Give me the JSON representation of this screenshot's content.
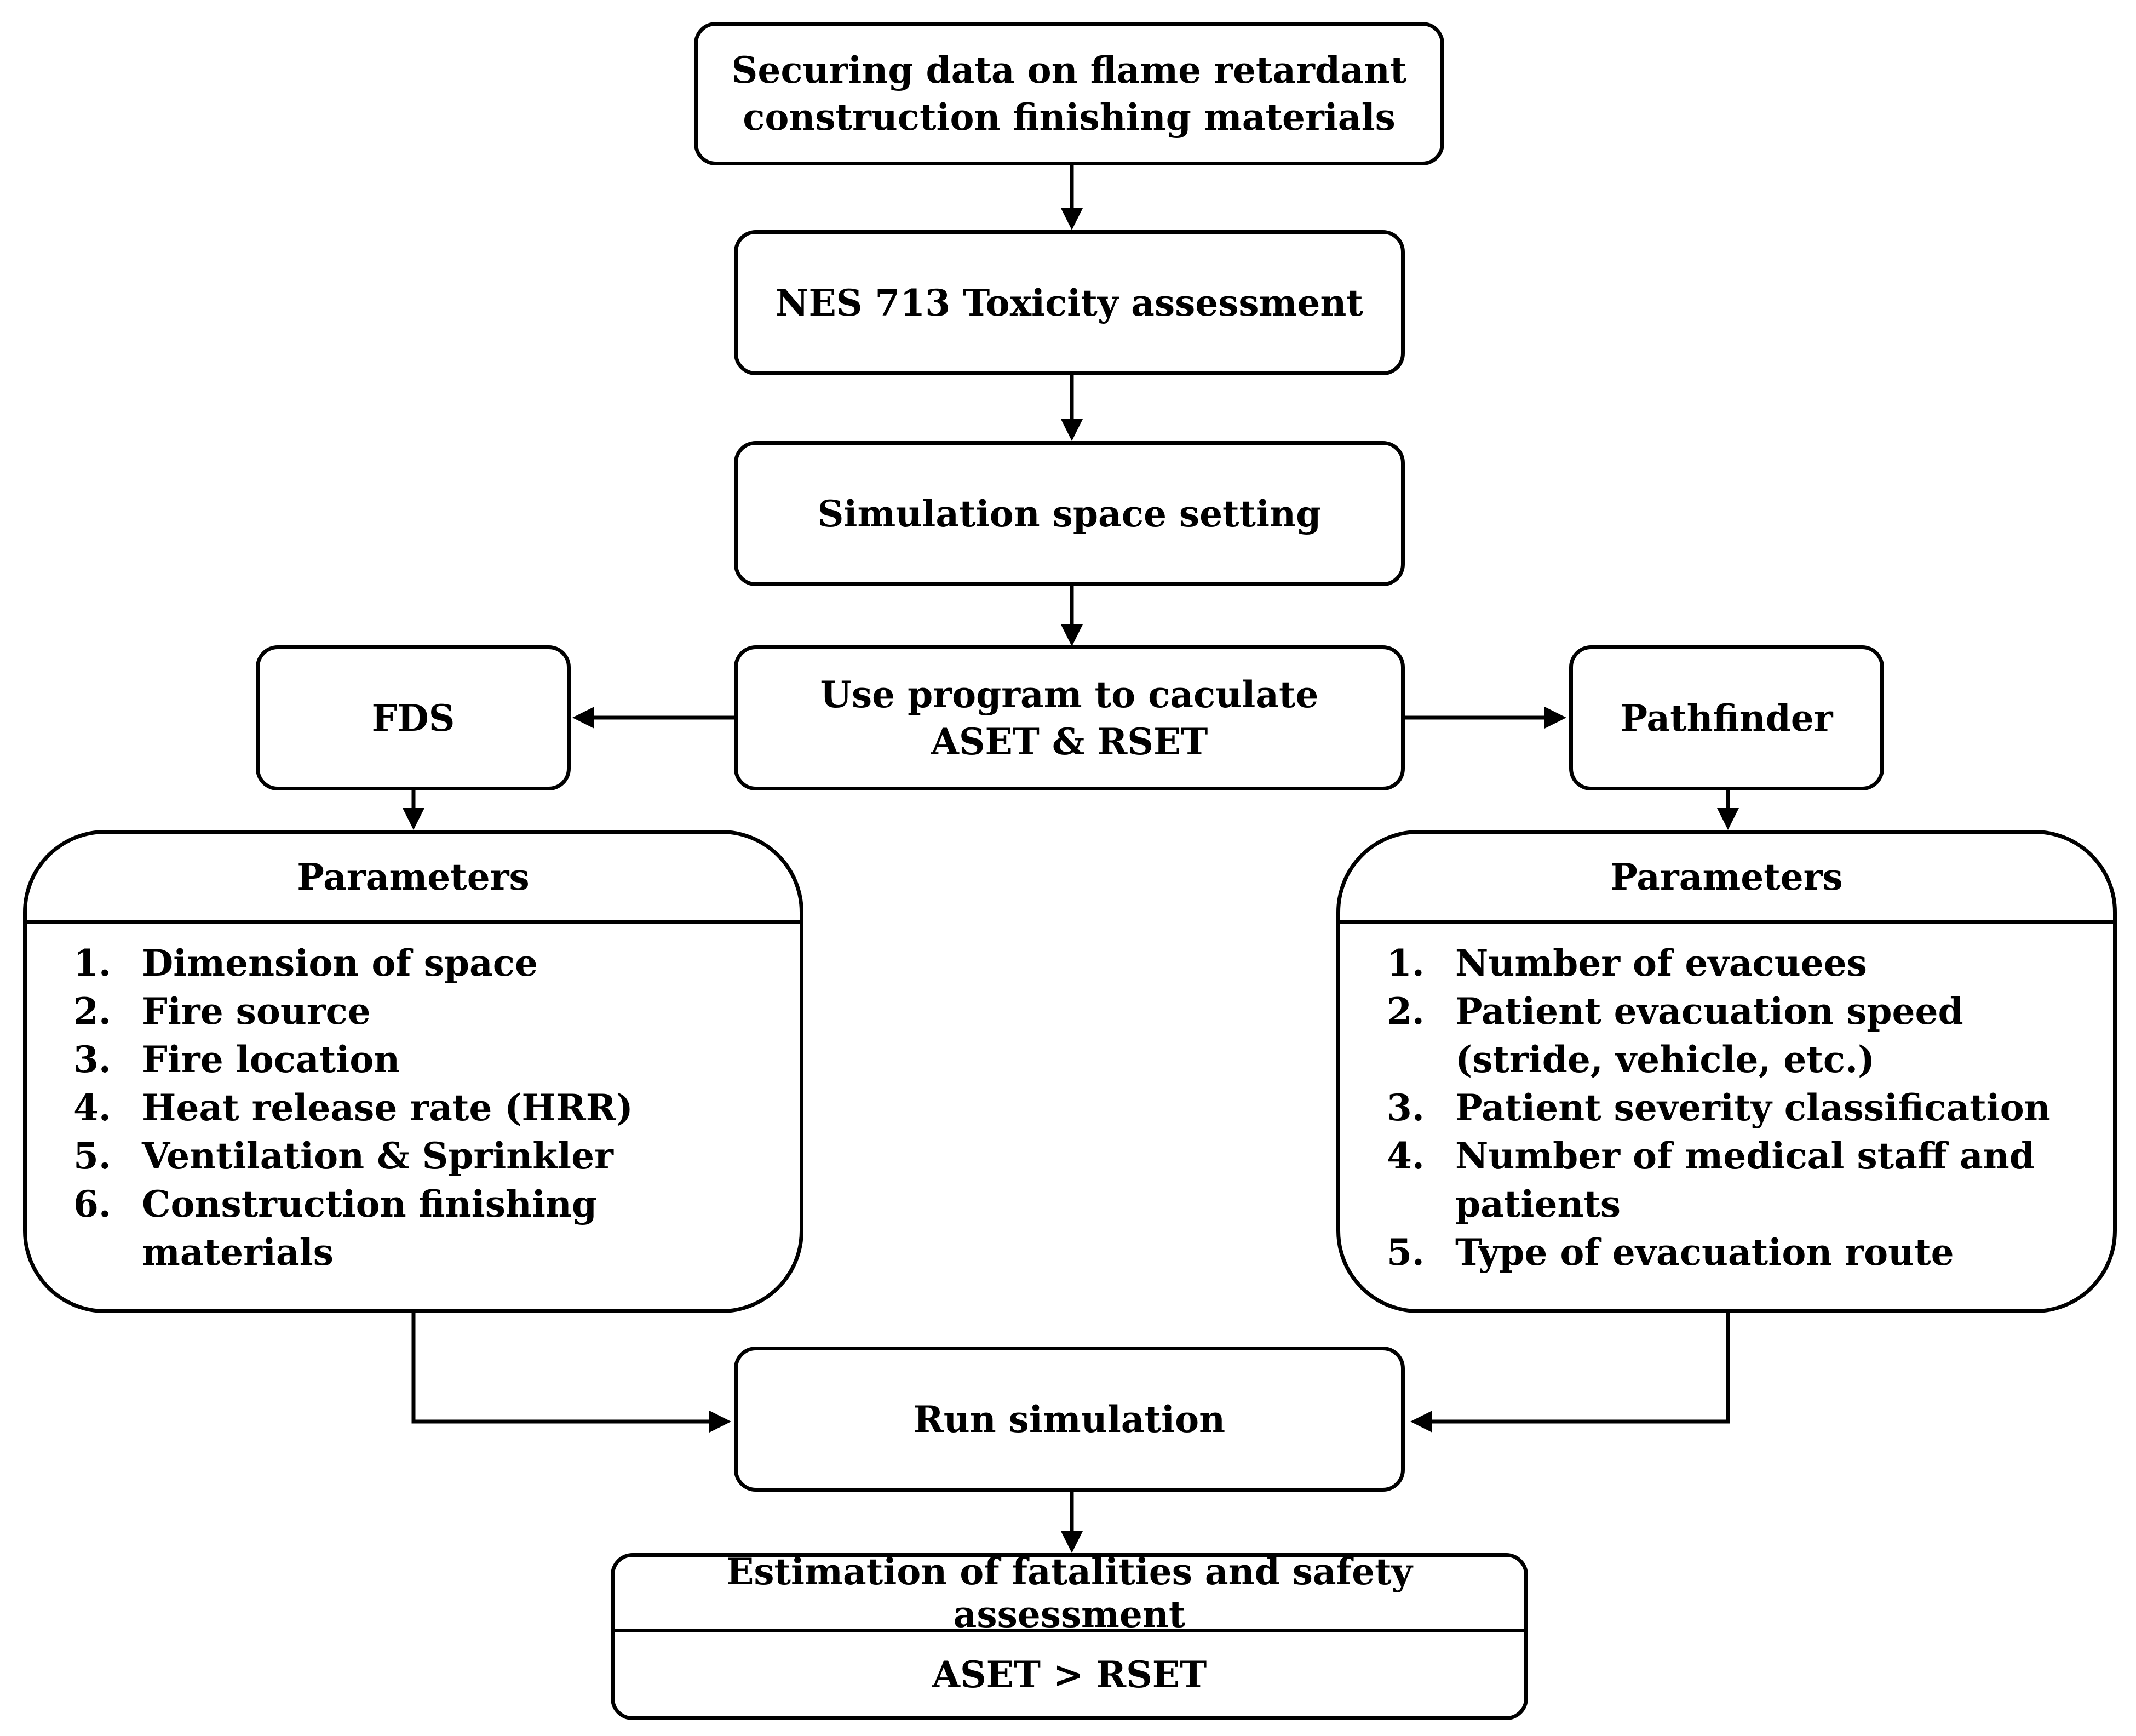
{
  "steps": {
    "securing": "Securing data on flame retardant construction finishing materials",
    "nes713": "NES 713 Toxicity assessment",
    "simulation_space": "Simulation space setting",
    "use_program_line1": "Use program to caculate",
    "use_program_line2": "ASET & RSET",
    "fds": "FDS",
    "pathfinder": "Pathfinder",
    "run_simulation": "Run simulation",
    "estimation": "Estimation of fatalities and safety assessment",
    "criterion": "ASET > RSET"
  },
  "fds_parameters": {
    "title": "Parameters",
    "items": [
      {
        "num": "1.",
        "text": "Dimension of space"
      },
      {
        "num": "2.",
        "text": "Fire source"
      },
      {
        "num": "3.",
        "text": "Fire location"
      },
      {
        "num": "4.",
        "text": "Heat release rate (HRR)"
      },
      {
        "num": "5.",
        "text": "Ventilation & Sprinkler"
      },
      {
        "num": "6.",
        "text": "Construction finishing materials"
      }
    ]
  },
  "pathfinder_parameters": {
    "title": "Parameters",
    "items": [
      {
        "num": "1.",
        "text": "Number of evacuees"
      },
      {
        "num": "2.",
        "text": "Patient evacuation speed (stride, vehicle, etc.)"
      },
      {
        "num": "3.",
        "text": "Patient severity classification"
      },
      {
        "num": "4.",
        "text": "Number of medical staff and patients"
      },
      {
        "num": "5.",
        "text": "Type of evacuation route"
      }
    ]
  }
}
